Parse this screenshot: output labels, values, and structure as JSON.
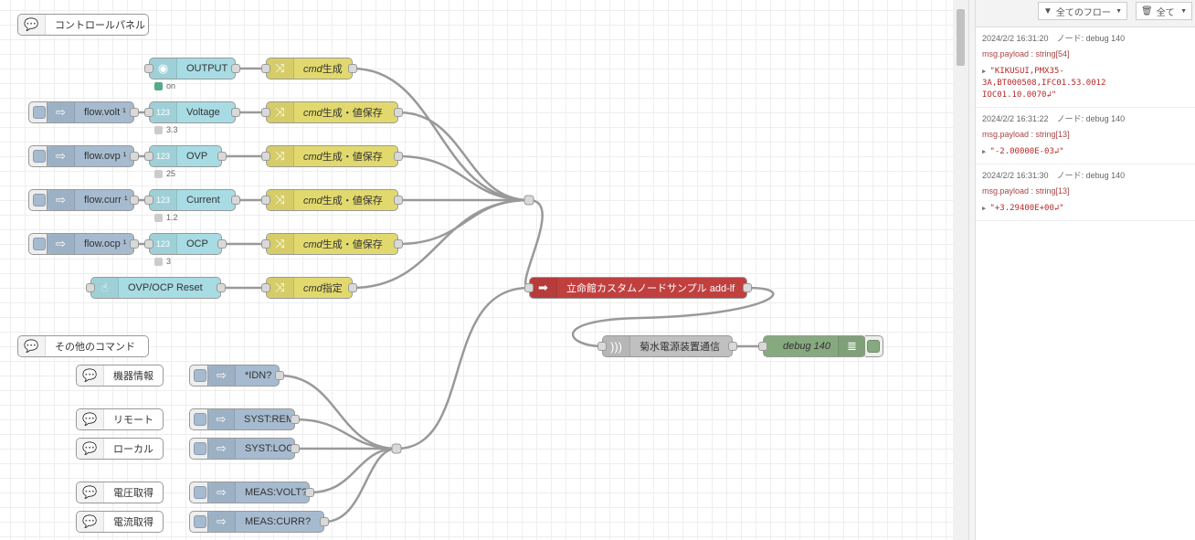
{
  "comments": {
    "control_panel": "コントロールパネル",
    "other_commands": "その他のコマンド",
    "device_info": "機器情報",
    "remote": "リモート",
    "local": "ローカル",
    "get_voltage": "電圧取得",
    "get_current": "電流取得"
  },
  "nodes": {
    "output": {
      "label": "OUTPUT",
      "status": "on"
    },
    "voltage": {
      "label": "Voltage",
      "status": "3.3"
    },
    "ovp": {
      "label": "OVP",
      "status": "25"
    },
    "current": {
      "label": "Current",
      "status": "1.2"
    },
    "ocp": {
      "label": "OCP",
      "status": "3"
    },
    "flow_volt": "flow.volt ¹",
    "flow_ovp": "flow.ovp ¹",
    "flow_curr": "flow.curr ¹",
    "flow_ocp": "flow.ocp ¹",
    "cmd_gen_prefix": "cmd",
    "cmd_gen": "生成",
    "cmd_gen_save": "生成・値保存",
    "cmd_specify": "指定",
    "reset": "OVP/OCP Reset",
    "custom": "立命館カスタムノードサンプル add-lf",
    "serial": "菊水電源装置通信",
    "debug": "debug 140",
    "idn": "*IDN?",
    "syst_rem": "SYST:REM",
    "syst_loc": "SYST:LOC",
    "meas_volt": "MEAS:VOLT?",
    "meas_curr": "MEAS:CURR?"
  },
  "sidebar": {
    "filter_label": "全てのフロー",
    "clear_label": "全て",
    "messages": [
      {
        "time": "2024/2/2 16:31:20",
        "node": "ノード: debug 140",
        "topic": "msg.payload : string[54]",
        "value": "\"KIKUSUI,PMX35-\n3A,BT000508,IFC01.53.0012\nIOC01.10.0070↲\""
      },
      {
        "time": "2024/2/2 16:31:22",
        "node": "ノード: debug 140",
        "topic": "msg.payload : string[13]",
        "value": "\"-2.00000E-03↲\""
      },
      {
        "time": "2024/2/2 16:31:30",
        "node": "ノード: debug 140",
        "topic": "msg.payload : string[13]",
        "value": "\"+3.29400E+00↲\""
      }
    ]
  },
  "colors": {
    "function": "#e2d96e",
    "input": "#a8dce4",
    "inject": "#a6bbcf",
    "custom": "#c0403f",
    "debug": "#87a980"
  }
}
